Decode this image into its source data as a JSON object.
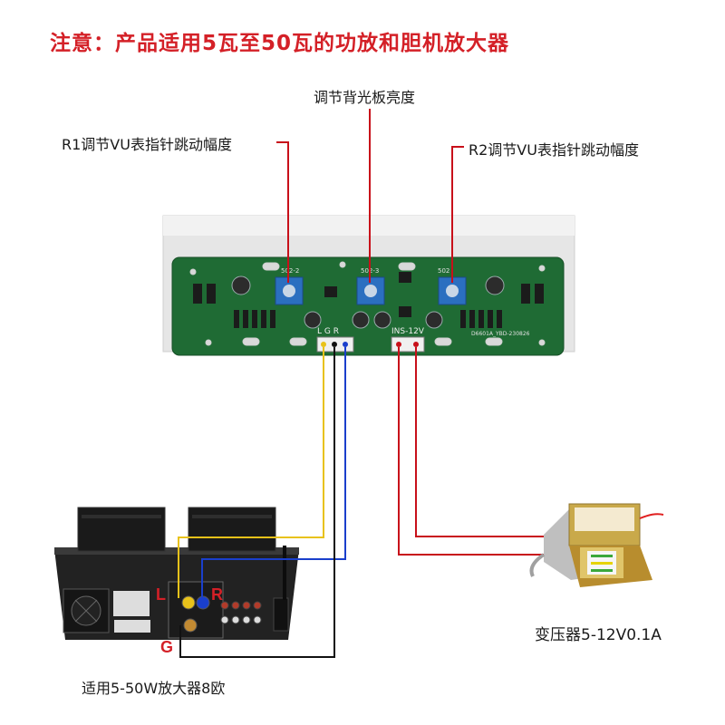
{
  "notice": "注意：产品适用5瓦至50瓦的功放和胆机放大器",
  "labels": {
    "backlight": "调节背光板亮度",
    "r1": "R1调节VU表指针跳动幅度",
    "r2": "R2调节VU表指针跳动幅度",
    "transformer": "变压器5-12V0.1A",
    "amplifier": "适用5-50W放大器8欧"
  },
  "ports": {
    "left": "L",
    "right": "R",
    "ground": "G"
  },
  "board": {
    "connector_left": "L G R",
    "connector_right": "INS-12V",
    "pot1": "502-2",
    "pot2": "502-3",
    "pot3": "502",
    "model": "D6601A_YBD-230826"
  },
  "colors": {
    "notice": "#d42027",
    "pcb": "#1f6b34",
    "wire_yellow": "#e8c21a",
    "wire_blue": "#1a3fcc",
    "wire_black": "#111111",
    "wire_red": "#c8101a",
    "pointer": "#c8101a"
  }
}
